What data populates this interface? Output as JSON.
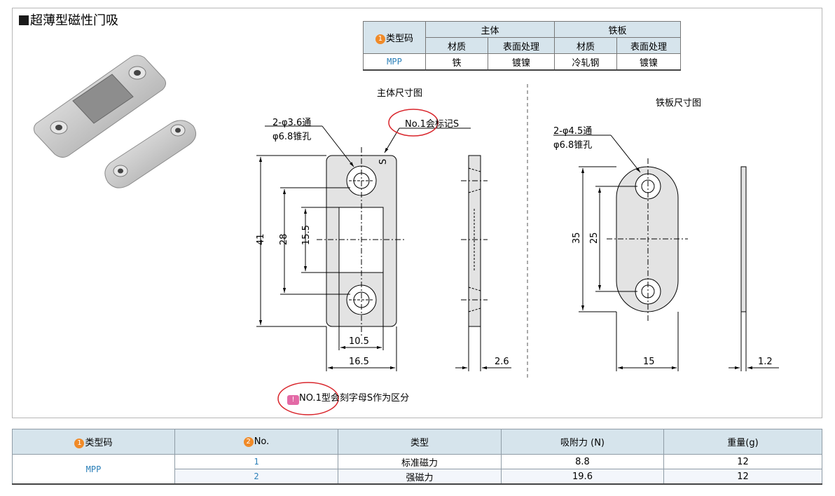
{
  "title": "超薄型磁性门吸",
  "spec_table": {
    "type_code": "类型码",
    "type_code_num": "1",
    "main_body": "主体",
    "iron_plate": "铁板",
    "material": "材质",
    "surface": "表面处理",
    "material2": "材质",
    "surface2": "表面处理",
    "row": {
      "code": "MPP",
      "body_material": "铁",
      "body_surface": "镀镍",
      "plate_material": "冷轧钢",
      "plate_surface": "镀镍"
    }
  },
  "drawing": {
    "main_caption": "主体尺寸图",
    "plate_caption": "铁板尺寸图",
    "main_hole_1": "2-φ3.6通",
    "main_hole_2": "φ6.8锥孔",
    "mark_note": "No.1会标记S",
    "mark_letter": "S",
    "plate_hole_1": "2-φ4.5通",
    "plate_hole_2": "φ6.8锥孔",
    "dims": {
      "d41": "41",
      "d28": "28",
      "d155": "15.5",
      "d105": "10.5",
      "d165": "16.5",
      "d26": "2.6",
      "d35": "35",
      "d25": "25",
      "d15": "15",
      "d12": "1.2"
    },
    "bottom_note": "NO.1型会刻字母S作为区分",
    "bottom_note_icon": "!"
  },
  "bottom_table": {
    "headers": {
      "code": "类型码",
      "code_num": "1",
      "no": "No.",
      "no_num": "2",
      "type": "类型",
      "force": "吸附力 (N)",
      "weight": "重量(g)"
    },
    "code_value": "MPP",
    "rows": [
      {
        "no": "1",
        "type": "标准磁力",
        "force": "8.8",
        "weight": "12"
      },
      {
        "no": "2",
        "type": "强磁力",
        "force": "19.6",
        "weight": "12"
      }
    ]
  },
  "colors": {
    "header_bg": "#d6e4ec",
    "code_blue": "#2a7fb8",
    "badge_orange": "#f08a28",
    "highlight_red": "#d9262c"
  }
}
